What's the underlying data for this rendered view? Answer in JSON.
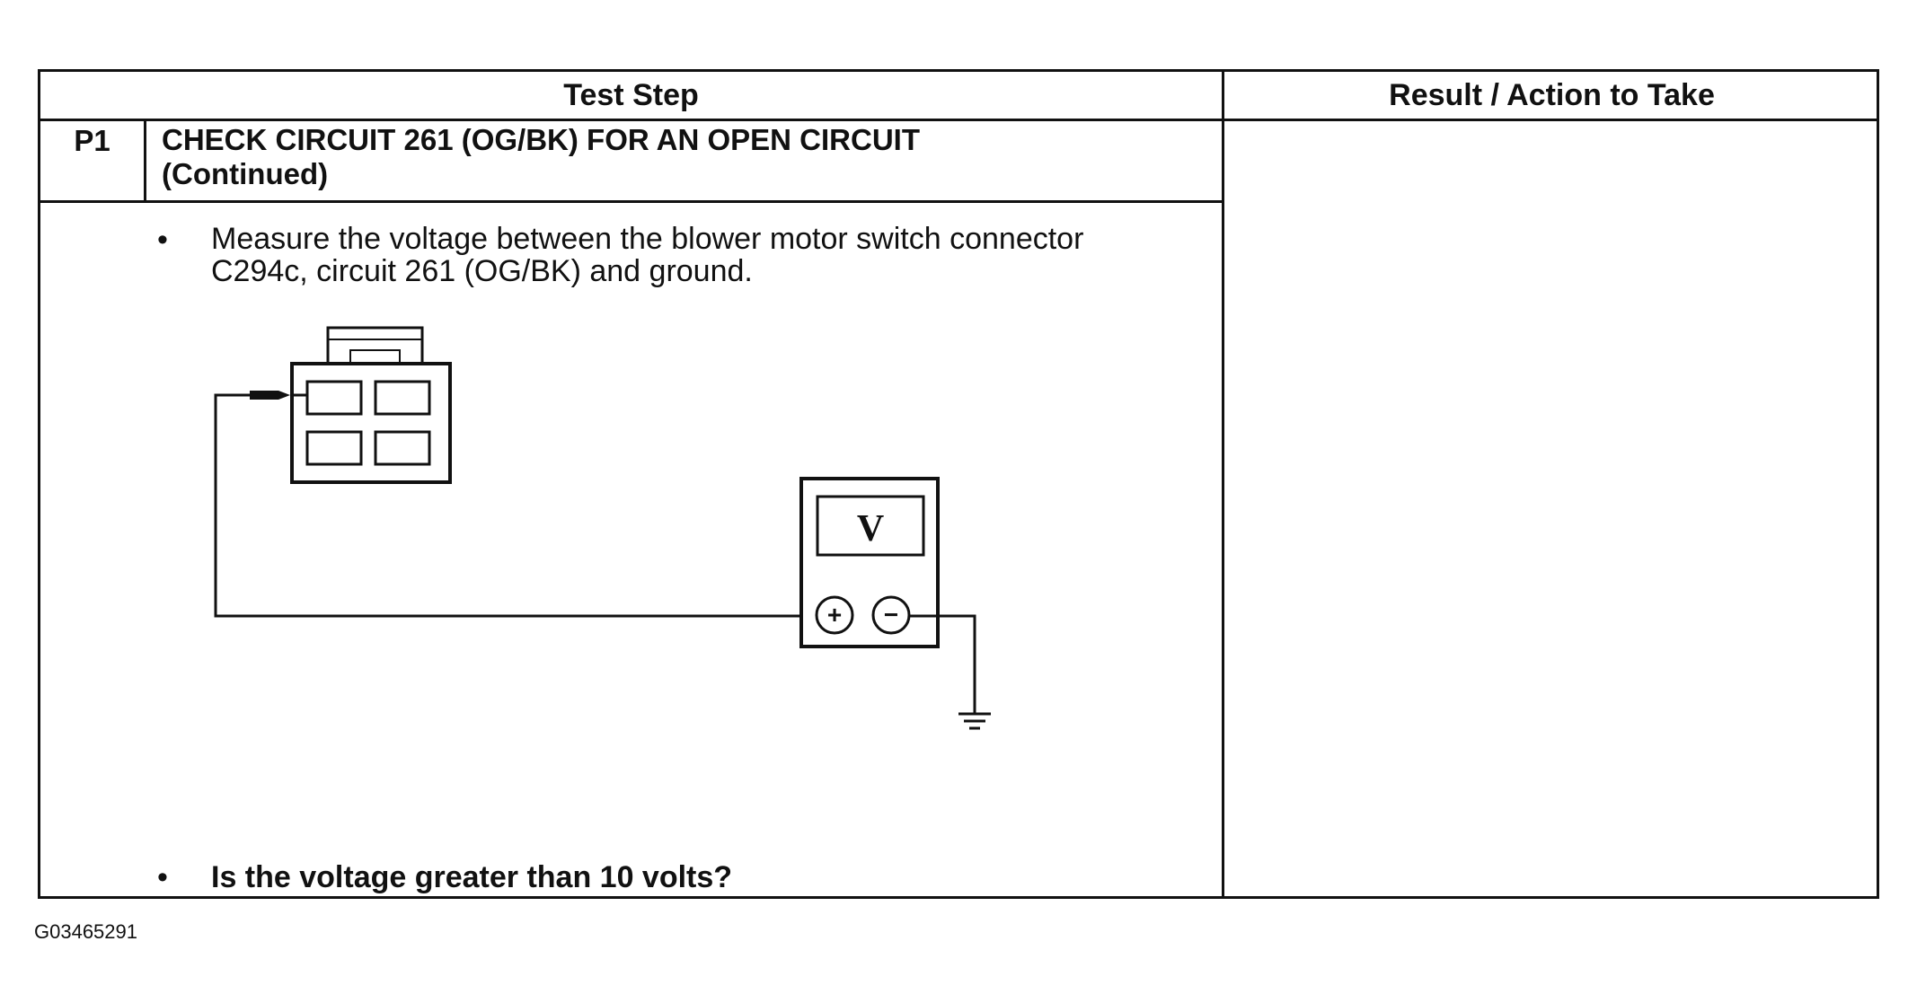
{
  "table": {
    "header_left": "Test Step",
    "header_right": "Result / Action to Take"
  },
  "step": {
    "id": "P1",
    "title_line1": "CHECK CIRCUIT 261 (OG/BK) FOR AN OPEN CIRCUIT",
    "title_line2": "(Continued)"
  },
  "instructions": {
    "bullet": "•",
    "line1": "Measure the voltage between the blower motor switch connector",
    "line2": "C294c, circuit 261 (OG/BK) and ground.",
    "question": "Is the voltage greater than 10 volts?"
  },
  "diagram": {
    "meter_label": "V",
    "plus_symbol": "+",
    "minus_symbol": "−"
  },
  "figure_id": "G03465291"
}
